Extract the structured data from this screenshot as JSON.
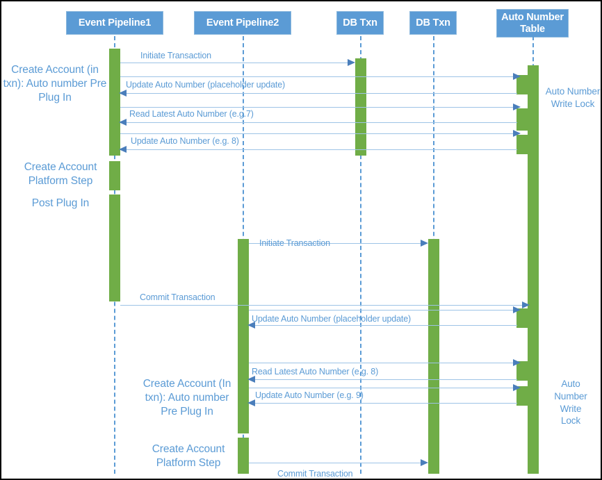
{
  "diagram": {
    "type": "sequence-diagram",
    "title": "Auto Number Write Lock Sequence",
    "colors": {
      "actor_box": "#5B9BD5",
      "activation": "#70AD47",
      "message": "#9DC3E6",
      "arrowhead": "#4A7EBB",
      "text": "#5B9BD5"
    }
  },
  "actors": [
    {
      "id": "ep1",
      "label": "Event Pipeline1"
    },
    {
      "id": "ep2",
      "label": "Event Pipeline2"
    },
    {
      "id": "dbtxn1",
      "label": "DB Txn"
    },
    {
      "id": "dbtxn2",
      "label": "DB Txn"
    },
    {
      "id": "ant",
      "label": "Auto Number Table"
    }
  ],
  "messages": [
    {
      "id": "m1",
      "label": "Initiate Transaction",
      "from": "ep1",
      "to": "dbtxn1",
      "dir": "right"
    },
    {
      "id": "m2",
      "label": "Update Auto Number (placeholder update)",
      "from": "ant",
      "to": "ep1",
      "dir": "left"
    },
    {
      "id": "m3",
      "label": "Read Latest Auto Number (e.g.7)",
      "from": "ant",
      "to": "ep1",
      "dir": "left"
    },
    {
      "id": "m4",
      "label": "Update Auto Number (e.g. 8)",
      "from": "ant",
      "to": "ep1",
      "dir": "left"
    },
    {
      "id": "m5",
      "label": "Initiate Transaction",
      "from": "ep2",
      "to": "dbtxn2",
      "dir": "right"
    },
    {
      "id": "m6",
      "label": "Commit Transaction",
      "from": "ep1",
      "to": "ant",
      "dir": "right"
    },
    {
      "id": "m7",
      "label": "Update Auto Number (placeholder update)",
      "from": "ant",
      "to": "ep2",
      "dir": "left"
    },
    {
      "id": "m8",
      "label": "Read Latest Auto Number (e.g. 8)",
      "from": "ant",
      "to": "ep2",
      "dir": "left"
    },
    {
      "id": "m9",
      "label": "Update Auto Number (e.g. 9)",
      "from": "ant",
      "to": "ep2",
      "dir": "left"
    },
    {
      "id": "m10",
      "label": "Commit Transaction",
      "from": "ep2",
      "to": "dbtxn2",
      "dir": "right"
    }
  ],
  "notes": [
    {
      "id": "n1",
      "text": "Create Account (in txn): Auto number Pre Plug In"
    },
    {
      "id": "n2",
      "text": "Create Account Platform Step"
    },
    {
      "id": "n3",
      "text": "Post Plug In"
    },
    {
      "id": "n4",
      "text": "Auto Number Write Lock"
    },
    {
      "id": "n5",
      "text": "Create Account (In txn): Auto number Pre Plug In"
    },
    {
      "id": "n6",
      "text": "Create Account Platform Step"
    },
    {
      "id": "n7",
      "text": "Auto Number Write Lock"
    }
  ]
}
